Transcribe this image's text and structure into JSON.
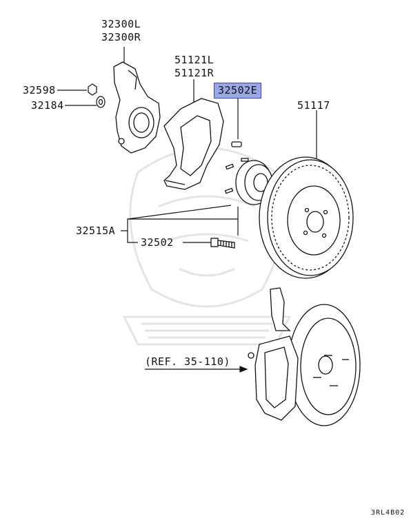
{
  "parts": {
    "knuckle_left": "32300L",
    "knuckle_right": "32300R",
    "nut": "32598",
    "washer": "32184",
    "dust_shield_left": "51121L",
    "dust_shield_right": "51121R",
    "hub_highlighted": "32502E",
    "rotor": "51117",
    "hub_assembly": "32515A",
    "hub_bolt": "32502"
  },
  "reference": "(REF. 35-110)",
  "diagram_code": "3RL4B02",
  "colors": {
    "highlight_fill": "#9aa7e0",
    "highlight_border": "#3a4aa0",
    "line": "#111111",
    "watermark": "#e6e6e6"
  }
}
